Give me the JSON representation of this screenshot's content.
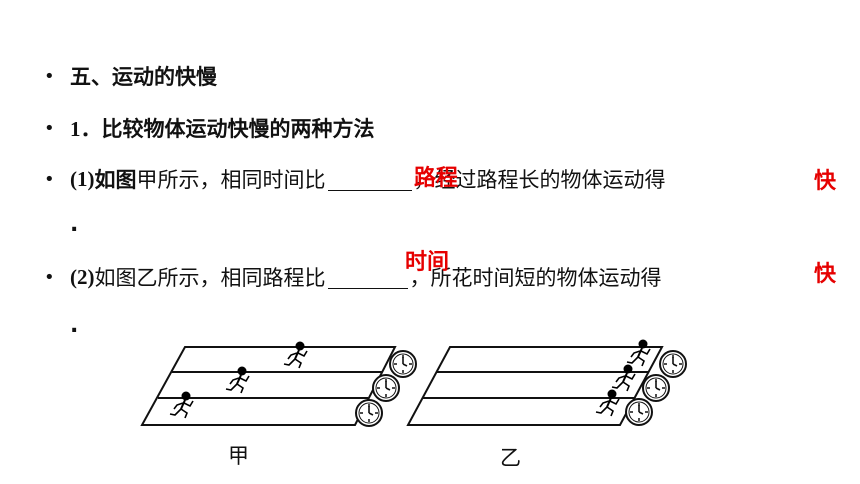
{
  "lines": {
    "section_title": "五、运动的快慢",
    "item1_num": "1．",
    "item1_text": "比较物体运动快慢的两种方法",
    "item2_num": "(1)",
    "item2_bold": "如图",
    "item2_a": "甲所示，相同时间比",
    "item2_b": "，经过路程长的物体运动得",
    "item3_num": "(2)",
    "item3_a": "如图乙所示，相同路程比",
    "item3_b": "，所花时间短的物体运动得",
    "bullet": "•",
    "period": "."
  },
  "answers": {
    "blank1": "路程",
    "blank2": "快",
    "blank3": "时间",
    "blank4": "快"
  },
  "figure": {
    "caption_left": "甲",
    "caption_right": "乙",
    "left_icons": [
      "runner-icon",
      "clock-icon"
    ],
    "right_icons": [
      "runner-icon",
      "clock-icon"
    ]
  },
  "colors": {
    "answer": "#e60000",
    "text": "#111111"
  }
}
